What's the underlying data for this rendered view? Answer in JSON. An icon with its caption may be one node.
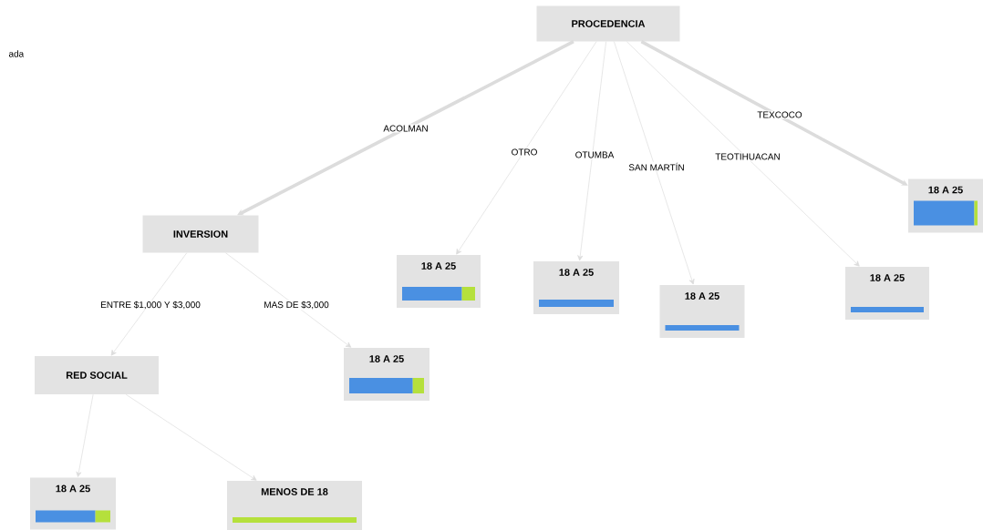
{
  "diagram": {
    "nodes": [
      {
        "text": [
          "PROCEDENCIA"
        ]
      },
      {
        "text": [
          "INVERSION"
        ]
      },
      {
        "text": [
          "18 A 25"
        ]
      },
      {
        "text": [
          "18 A 25"
        ]
      },
      {
        "text": [
          "18 A 25"
        ]
      },
      {
        "text": [
          "18 A 25"
        ]
      },
      {
        "text": [
          "18 A 25"
        ]
      },
      {
        "text": [
          "RED SOCIAL"
        ]
      },
      {
        "text": [
          "18 A 25"
        ]
      },
      {
        "text": [
          "18 A 25"
        ]
      },
      {
        "text": [
          "MENOS DE 18"
        ]
      }
    ],
    "edges": [
      {
        "from": 0,
        "to": 1,
        "arrow": "to",
        "label": "ACOLMAN",
        "style": "thick"
      },
      {
        "from": 0,
        "to": 2,
        "arrow": "to",
        "label": "OTRO"
      },
      {
        "from": 0,
        "to": 3,
        "arrow": "to",
        "label": "OTUMBA"
      },
      {
        "from": 0,
        "to": 4,
        "arrow": "to",
        "label": "SAN MARTÍN"
      },
      {
        "from": 0,
        "to": 5,
        "arrow": "to",
        "label": "TEOTIHUACAN"
      },
      {
        "from": 0,
        "to": 6,
        "arrow": "to",
        "label": "TEXCOCO",
        "style": "thick"
      },
      {
        "from": 1,
        "to": 7,
        "arrow": "to",
        "label": "ENTRE $1,000 Y $3,000"
      },
      {
        "from": 1,
        "to": 8,
        "arrow": "to",
        "label": "MAS DE $3,000"
      },
      {
        "from": 7,
        "to": 9,
        "arrow": "to"
      },
      {
        "from": 7,
        "to": 10,
        "arrow": "to"
      }
    ],
    "labels": [
      "ada"
    ]
  }
}
